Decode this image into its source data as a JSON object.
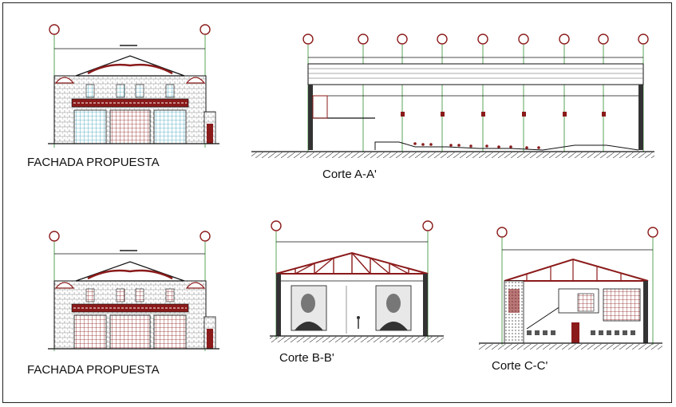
{
  "captions": {
    "facade_top": "FACHADA PROPUESTA",
    "facade_bottom": "FACHADA PROPUESTA",
    "section_aa": "Corte A-A'",
    "section_bb": "Corte B-B'",
    "section_cc": "Corte C-C'"
  },
  "colors": {
    "line": "#111111",
    "accent": "#8b1a1a",
    "grid": "#2f8f2f",
    "glass": "#3a9fb5",
    "hatch": "#b9b9b9"
  }
}
